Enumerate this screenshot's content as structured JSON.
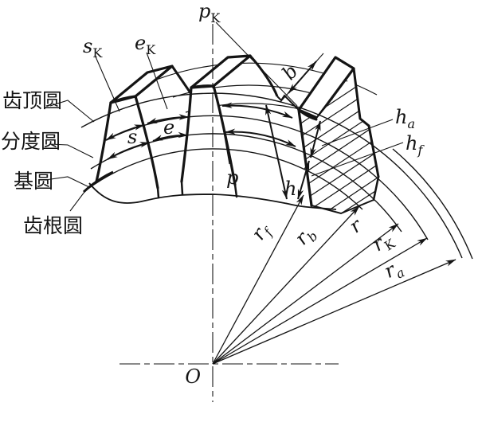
{
  "colors": {
    "ink": "#141414",
    "background": "#ffffff"
  },
  "circle_labels": {
    "addendum": "齿顶圆",
    "reference": "分度圆",
    "base": "基圆",
    "dedendum": "齿根圆"
  },
  "tooth_dims": {
    "p_k": {
      "base": "p",
      "sub": "K"
    },
    "s_k": {
      "base": "s",
      "sub": "K"
    },
    "e_k": {
      "base": "e",
      "sub": "K"
    },
    "s": "s",
    "e": "e",
    "p": "p",
    "b": "b",
    "h": "h",
    "h_a": {
      "base": "h",
      "sub": "a"
    },
    "h_f": {
      "base": "h",
      "sub": "f"
    }
  },
  "radii": {
    "r_f": {
      "base": "r",
      "sub": "f"
    },
    "r_b": {
      "base": "r",
      "sub": "b"
    },
    "r": {
      "base": "r",
      "sub": ""
    },
    "r_k": {
      "base": "r",
      "sub": "K"
    },
    "r_a": {
      "base": "r",
      "sub": "a"
    }
  },
  "center": "O"
}
